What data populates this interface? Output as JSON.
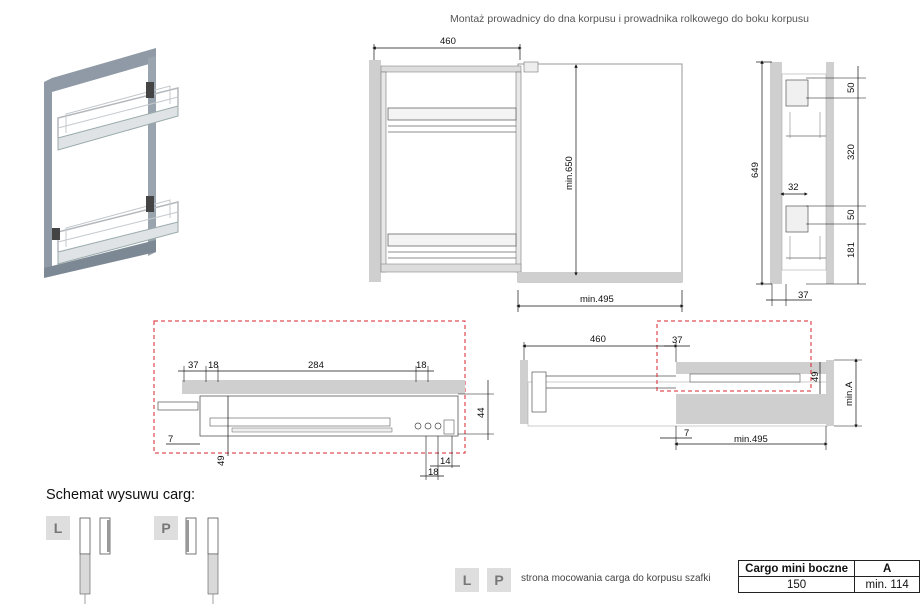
{
  "header": {
    "title": "Montaż prowadnicy do dna korpusu i prowadnika rolkowego do boku korpusu"
  },
  "dimensions": {
    "front": {
      "width": "460",
      "height_min": "min.650",
      "depth_min": "min.495"
    },
    "side": {
      "height": "649",
      "d50a": "50",
      "d320": "320",
      "d32": "32",
      "d50b": "50",
      "d181": "181",
      "d37": "37"
    },
    "rail": {
      "d37": "37",
      "d18a": "18",
      "d284": "284",
      "d18b": "18",
      "d44": "44",
      "d7": "7",
      "d49": "49",
      "d14": "14",
      "d18c": "18"
    },
    "install": {
      "d460": "460",
      "d37": "37",
      "d49": "49",
      "minA": "min.A",
      "d7": "7",
      "min495": "min.495"
    }
  },
  "schema": {
    "title": "Schemat wysuwu carg:",
    "left_label": "L",
    "right_label": "P"
  },
  "legend": {
    "left": "L",
    "right": "P",
    "text": "strona mocowania carga do korpusu szafki"
  },
  "spec_table": {
    "headers": [
      "Cargo mini boczne",
      "A"
    ],
    "rows": [
      [
        "150",
        "min. 114"
      ]
    ]
  },
  "colors": {
    "frame_red": "#d9232e",
    "gray_panel": "#cfcfcf"
  }
}
